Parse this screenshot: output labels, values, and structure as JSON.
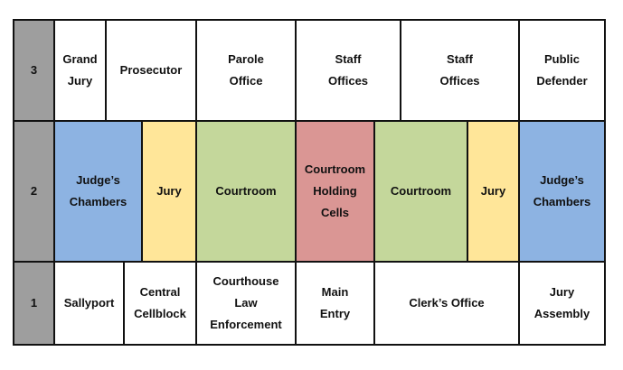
{
  "floors": [
    {
      "number": "3",
      "rooms": [
        {
          "label": "Grand\nJury",
          "color": "#ffffff"
        },
        {
          "label": "Prosecutor",
          "color": "#ffffff"
        },
        {
          "label": "Parole\nOffice",
          "color": "#ffffff"
        },
        {
          "label": "Staff\nOffices",
          "color": "#ffffff"
        },
        {
          "label": "Staff\nOffices",
          "color": "#ffffff"
        },
        {
          "label": "Public\nDefender",
          "color": "#ffffff"
        }
      ]
    },
    {
      "number": "2",
      "rooms": [
        {
          "label": "Judge’s\nChambers",
          "color": "#8db3e2"
        },
        {
          "label": "Jury",
          "color": "#ffe699"
        },
        {
          "label": "Courtroom",
          "color": "#c4d79b"
        },
        {
          "label": "Courtroom\nHolding\nCells",
          "color": "#da9694"
        },
        {
          "label": "Courtroom",
          "color": "#c4d79b"
        },
        {
          "label": "Jury",
          "color": "#ffe699"
        },
        {
          "label": "Judge’s\nChambers",
          "color": "#8db3e2"
        }
      ]
    },
    {
      "number": "1",
      "rooms": [
        {
          "label": "Sallyport",
          "color": "#ffffff"
        },
        {
          "label": "Central\nCellblock",
          "color": "#ffffff"
        },
        {
          "label": "Courthouse\nLaw\nEnforcement",
          "color": "#ffffff"
        },
        {
          "label": "Main\nEntry",
          "color": "#ffffff"
        },
        {
          "label": "Clerk’s Office",
          "color": "#ffffff"
        },
        {
          "label": "Jury\nAssembly",
          "color": "#ffffff"
        }
      ]
    }
  ],
  "colors": {
    "floor_label": "#9e9e9e",
    "border": "#111111"
  }
}
